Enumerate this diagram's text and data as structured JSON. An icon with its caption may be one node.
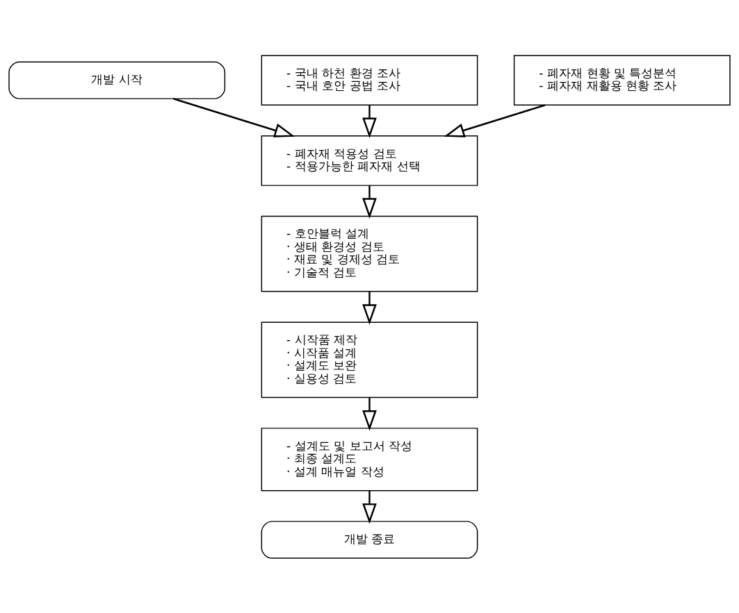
{
  "diagram": {
    "nodes": [
      {
        "text": [
          "개발 시작"
        ]
      },
      {
        "text": [
          "- 국내 하천 환경 조사",
          "- 국내 호안 공법 조사"
        ]
      },
      {
        "text": [
          "- 폐자재 현황 및 특성분석",
          "- 폐자재 재활용 현황 조사"
        ]
      },
      {
        "text": [
          "- 폐자재 적용성 검토",
          "- 적용가능한 폐자재 선택"
        ]
      },
      {
        "text": [
          "- 호안블럭 설계",
          "· 생태 환경성 검토",
          "· 재료 및 경제성 검토",
          "· 기술적 검토"
        ]
      },
      {
        "text": [
          "- 시작품 제작",
          "· 시작품 설계",
          "· 설계도 보완",
          "· 실용성 검토"
        ]
      },
      {
        "text": [
          "- 설계도 및 보고서 작성",
          "· 최종 설계도",
          "· 설계 매뉴얼 작성"
        ]
      },
      {
        "text": [
          "개발 종료"
        ]
      }
    ],
    "edges": [
      {
        "from": 0,
        "to": 3,
        "arrow": "to"
      },
      {
        "from": 1,
        "to": 3,
        "arrow": "to"
      },
      {
        "from": 2,
        "to": 3,
        "arrow": "to"
      },
      {
        "from": 3,
        "to": 4,
        "arrow": "to"
      },
      {
        "from": 4,
        "to": 5,
        "arrow": "to"
      },
      {
        "from": 5,
        "to": 6,
        "arrow": "to"
      },
      {
        "from": 6,
        "to": 7,
        "arrow": "to"
      }
    ]
  }
}
